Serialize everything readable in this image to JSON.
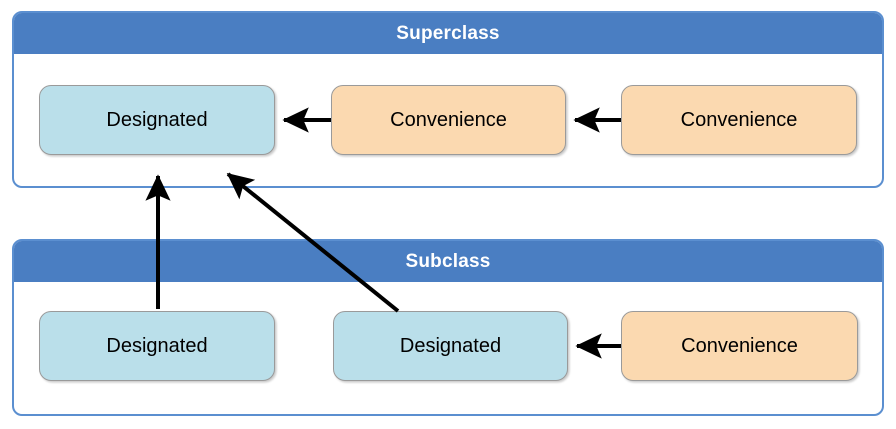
{
  "diagram": {
    "title_visible": false,
    "colors": {
      "header_blue": "#4a7ec2",
      "container_border_blue": "#5b8fd0",
      "designated_fill": "#badfea",
      "convenience_fill": "#fbd9b0",
      "node_border": "#9a9a9a",
      "arrow": "#000000",
      "background": "#ffffff",
      "header_text": "#ffffff",
      "node_text": "#000000"
    },
    "groups": [
      {
        "id": "superclass",
        "header": "Superclass",
        "nodes": [
          {
            "id": "super-designated",
            "label": "Designated",
            "kind": "designated"
          },
          {
            "id": "super-conv-1",
            "label": "Convenience",
            "kind": "convenience"
          },
          {
            "id": "super-conv-2",
            "label": "Convenience",
            "kind": "convenience"
          }
        ]
      },
      {
        "id": "subclass",
        "header": "Subclass",
        "nodes": [
          {
            "id": "sub-designated-1",
            "label": "Designated",
            "kind": "designated"
          },
          {
            "id": "sub-designated-2",
            "label": "Designated",
            "kind": "designated"
          },
          {
            "id": "sub-conv-1",
            "label": "Convenience",
            "kind": "convenience"
          }
        ]
      }
    ],
    "arrows": [
      {
        "id": "arrow-super-conv1-to-designated",
        "from": "super-conv-1",
        "to": "super-designated",
        "style": "horizontal-left"
      },
      {
        "id": "arrow-super-conv2-to-conv1",
        "from": "super-conv-2",
        "to": "super-conv-1",
        "style": "horizontal-left"
      },
      {
        "id": "arrow-sub-conv1-to-designated2",
        "from": "sub-conv-1",
        "to": "sub-designated-2",
        "style": "horizontal-left"
      },
      {
        "id": "arrow-sub-designated1-to-super-designated",
        "from": "sub-designated-1",
        "to": "super-designated",
        "style": "vertical-up"
      },
      {
        "id": "arrow-sub-designated2-to-super-designated",
        "from": "sub-designated-2",
        "to": "super-designated",
        "style": "diagonal-up-left"
      }
    ]
  }
}
